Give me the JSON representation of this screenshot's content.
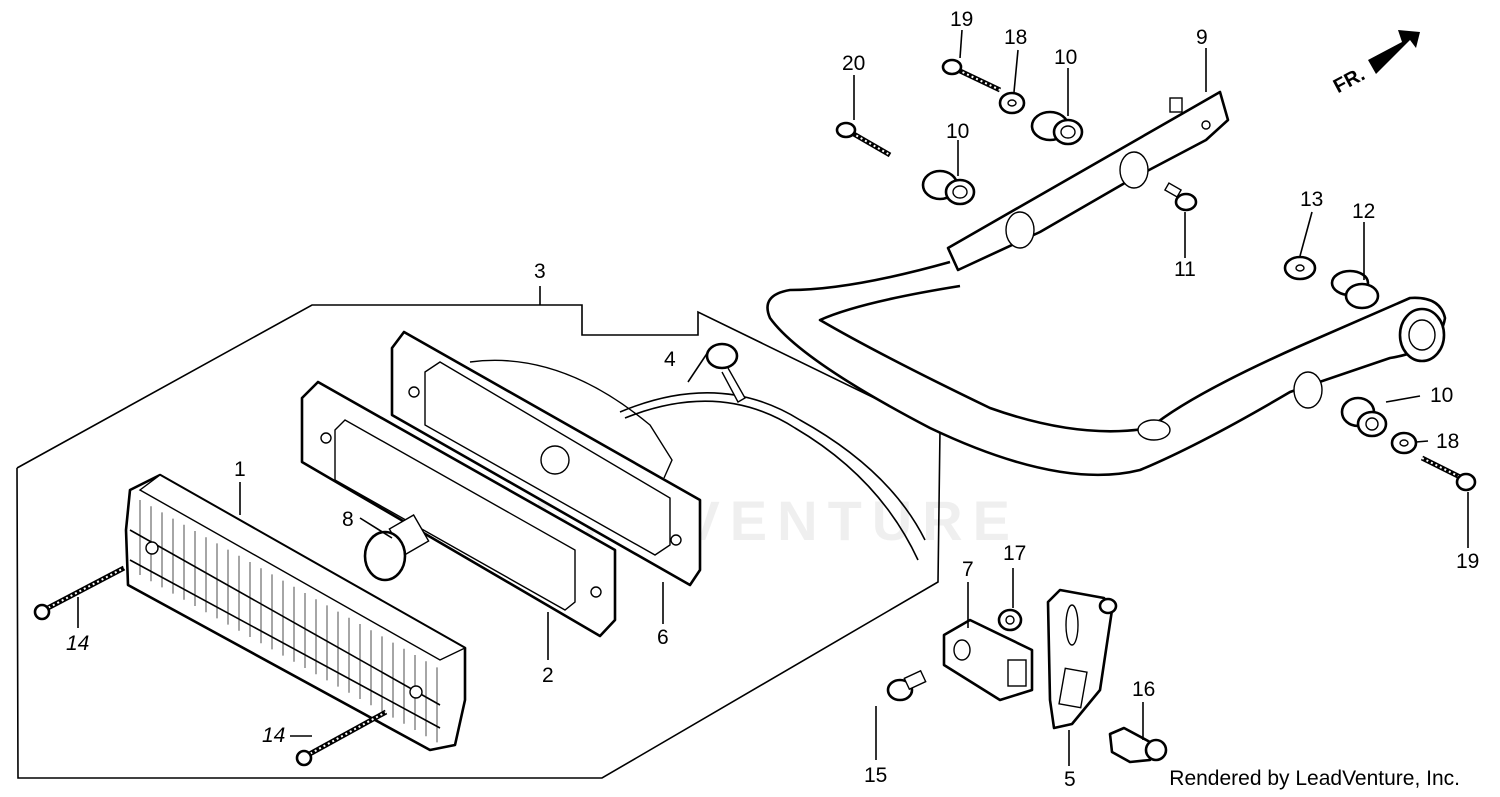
{
  "diagram": {
    "watermark": "LEADVENTURE",
    "direction_arrow": "FR.",
    "credit": "Rendered by LeadVenture, Inc.",
    "labels": {
      "p1": "1",
      "p2": "2",
      "p3": "3",
      "p4": "4",
      "p5": "5",
      "p6": "6",
      "p7": "7",
      "p8": "8",
      "p9": "9",
      "p10a": "10",
      "p10b": "10",
      "p10c": "10",
      "p11": "11",
      "p12": "12",
      "p13": "13",
      "p14a": "14",
      "p14b": "14",
      "p15": "15",
      "p16": "16",
      "p17": "17",
      "p18a": "18",
      "p18b": "18",
      "p19a": "19",
      "p19b": "19",
      "p20": "20"
    }
  }
}
